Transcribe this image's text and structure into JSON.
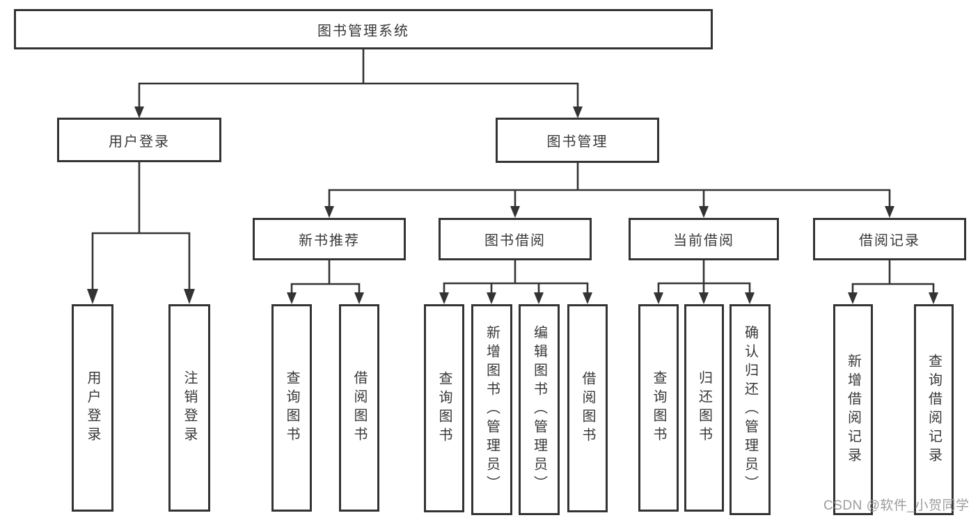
{
  "diagram": {
    "root_label": "图书管理系统",
    "branches": [
      {
        "label": "用户登录",
        "children": [
          {
            "label": "用户登录"
          },
          {
            "label": "注销登录"
          }
        ]
      },
      {
        "label": "图书管理",
        "children": [
          {
            "label": "新书推荐",
            "children": [
              {
                "label": "查询图书"
              },
              {
                "label": "借阅图书"
              }
            ]
          },
          {
            "label": "图书借阅",
            "children": [
              {
                "label": "查询图书"
              },
              {
                "label": "新增图书（管理员）"
              },
              {
                "label": "编辑图书（管理员）"
              },
              {
                "label": "借阅图书"
              }
            ]
          },
          {
            "label": "当前借阅",
            "children": [
              {
                "label": "查询图书"
              },
              {
                "label": "归还图书"
              },
              {
                "label": "确认归还（管理员）"
              }
            ]
          },
          {
            "label": "借阅记录",
            "children": [
              {
                "label": "新增借阅记录"
              },
              {
                "label": "查询借阅记录"
              }
            ]
          }
        ]
      }
    ]
  },
  "watermark": {
    "text": "CSDN @软件_小贺同学"
  },
  "colors": {
    "line": "#333333",
    "box_border": "#333333",
    "text": "#383838",
    "background": "#ffffff",
    "watermark": "#9c9c9c"
  }
}
